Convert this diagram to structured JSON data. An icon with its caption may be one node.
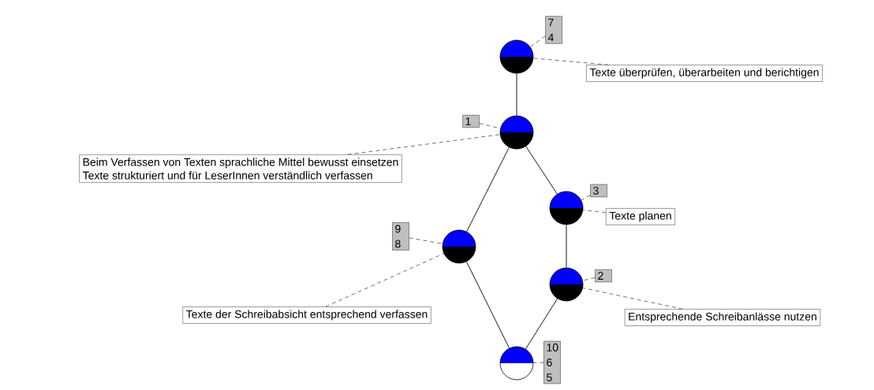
{
  "diagram": {
    "nodes": [
      {
        "text": [
          "7 4"
        ]
      },
      {
        "text": [],
        "shape": "circle"
      },
      {
        "text": [
          "Texte überprüfen, überarbeiten und berichtigen"
        ]
      },
      {
        "text": [
          "1"
        ]
      },
      {
        "text": [],
        "shape": "circle"
      },
      {
        "text": [
          "Beim Verfassen von Texten sprachliche Mittel bewusst einsetzen",
          "Texte strukturiert und für LeserInnen verständlich verfassen"
        ]
      },
      {
        "text": [
          "3"
        ]
      },
      {
        "text": [],
        "shape": "circle"
      },
      {
        "text": [
          "Texte planen"
        ]
      },
      {
        "text": [
          "9 8"
        ]
      },
      {
        "text": [],
        "shape": "circle"
      },
      {
        "text": [
          "2"
        ]
      },
      {
        "text": [],
        "shape": "circle"
      },
      {
        "text": [
          "Texte der Schreibabsicht entsprechend verfassen"
        ]
      },
      {
        "text": [
          "Entsprechende Schreibanlässe nutzen"
        ]
      },
      {
        "text": [],
        "shape": "circle"
      },
      {
        "text": [
          "10 6 5"
        ]
      }
    ],
    "edges": [
      {
        "from": 1,
        "to": 4,
        "arrow": "none"
      },
      {
        "from": 4,
        "to": 7,
        "arrow": "none"
      },
      {
        "from": 4,
        "to": 10,
        "arrow": "none"
      },
      {
        "from": 7,
        "to": 12,
        "arrow": "none"
      },
      {
        "from": 10,
        "to": 15,
        "arrow": "none"
      },
      {
        "from": 12,
        "to": 15,
        "arrow": "none"
      },
      {
        "from": 0,
        "to": 1,
        "arrow": "none",
        "style": "dashed"
      },
      {
        "from": 2,
        "to": 1,
        "arrow": "none",
        "style": "dashed"
      },
      {
        "from": 3,
        "to": 4,
        "arrow": "none",
        "style": "dashed"
      },
      {
        "from": 5,
        "to": 4,
        "arrow": "none",
        "style": "dashed"
      },
      {
        "from": 6,
        "to": 7,
        "arrow": "none",
        "style": "dashed"
      },
      {
        "from": 8,
        "to": 7,
        "arrow": "none",
        "style": "dashed"
      },
      {
        "from": 9,
        "to": 10,
        "arrow": "none",
        "style": "dashed"
      },
      {
        "from": 13,
        "to": 10,
        "arrow": "none",
        "style": "dashed"
      },
      {
        "from": 11,
        "to": 12,
        "arrow": "none",
        "style": "dashed"
      },
      {
        "from": 14,
        "to": 12,
        "arrow": "none",
        "style": "dashed"
      },
      {
        "from": 16,
        "to": 15,
        "arrow": "none",
        "style": "dashed"
      }
    ]
  }
}
